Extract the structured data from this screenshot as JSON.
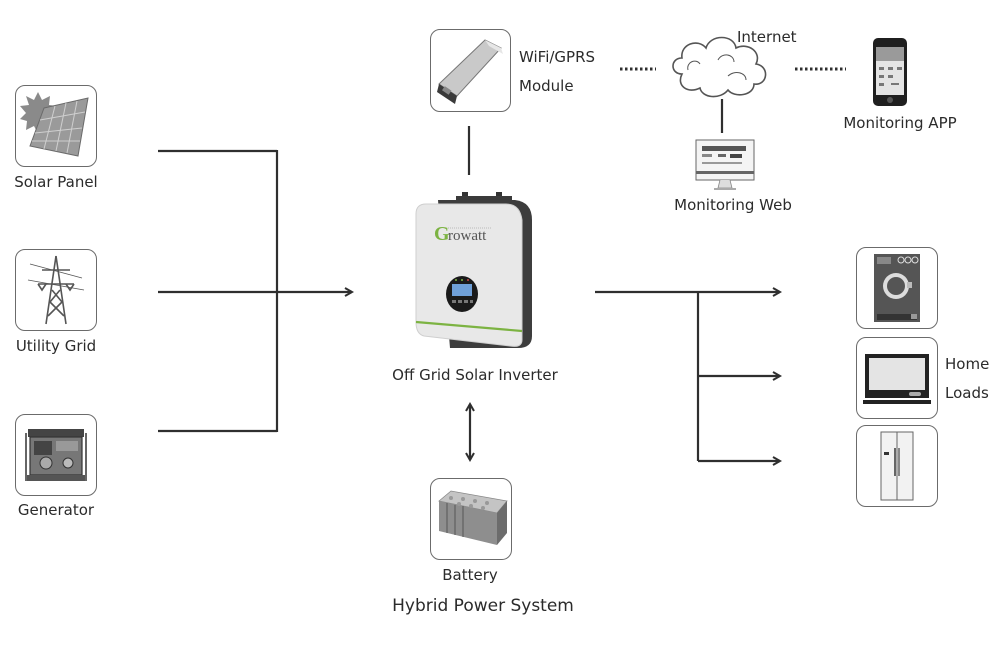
{
  "title": "Hybrid Power System",
  "inputs": {
    "solar_panel": "Solar Panel",
    "utility_grid": "Utility Grid",
    "generator": "Generator"
  },
  "inverter": {
    "label": "Off Grid Solar Inverter",
    "brand": "Growatt"
  },
  "communication": {
    "module_line1": "WiFi/GPRS",
    "module_line2": "Module",
    "internet": "Internet",
    "monitoring_app": "Monitoring APP",
    "monitoring_web": "Monitoring Web"
  },
  "storage": {
    "battery": "Battery"
  },
  "loads": {
    "label_line1": "Home",
    "label_line2": "Loads",
    "items": [
      "washing-machine",
      "television",
      "refrigerator"
    ]
  },
  "colors": {
    "line": "#2f2f2f",
    "box_border": "#6b6b6b",
    "inverter_accent": "#7cb342"
  }
}
